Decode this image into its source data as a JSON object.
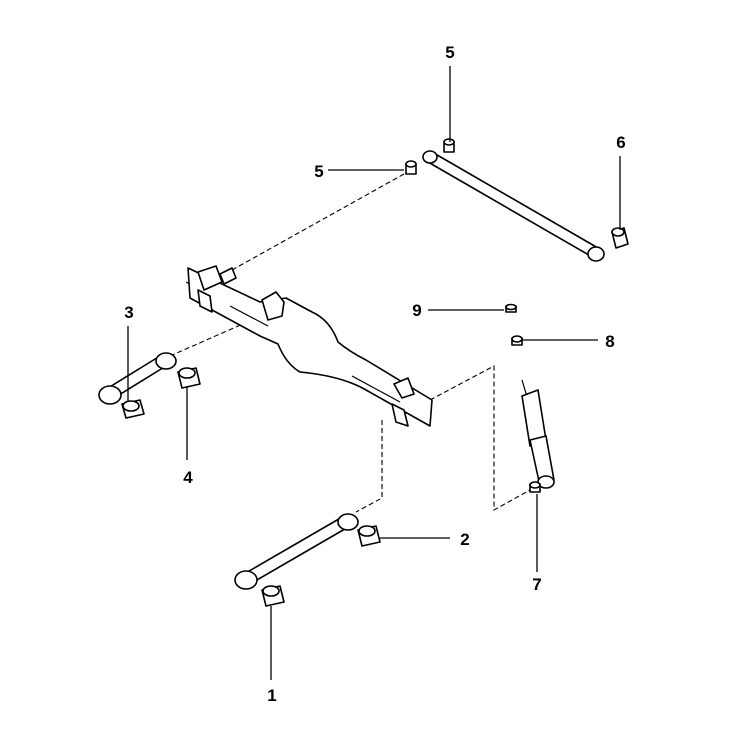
{
  "callouts": [
    {
      "id": "c1",
      "label": "1"
    },
    {
      "id": "c2",
      "label": "2"
    },
    {
      "id": "c3",
      "label": "3"
    },
    {
      "id": "c4",
      "label": "4"
    },
    {
      "id": "c5a",
      "label": "5"
    },
    {
      "id": "c5b",
      "label": "5"
    },
    {
      "id": "c6",
      "label": "6"
    },
    {
      "id": "c7",
      "label": "7"
    },
    {
      "id": "c8",
      "label": "8"
    },
    {
      "id": "c9",
      "label": "9"
    }
  ],
  "colors": {
    "line": "#000000",
    "background": "#ffffff"
  }
}
